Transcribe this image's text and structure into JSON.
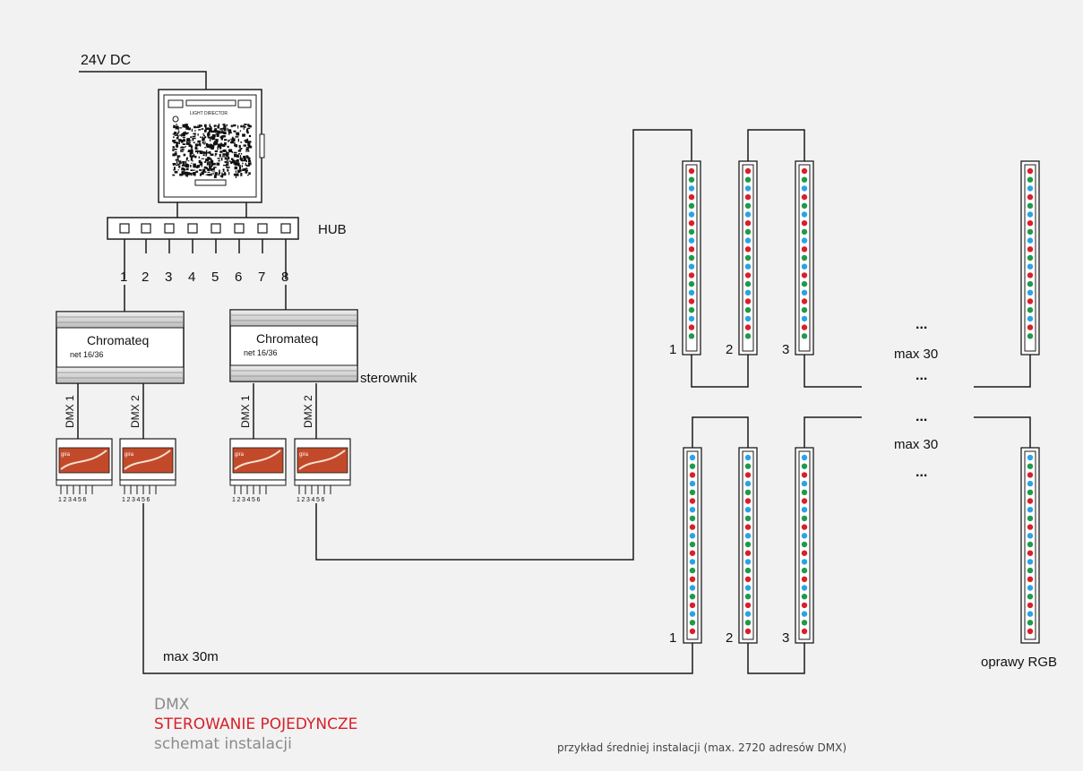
{
  "power_label": "24V DC",
  "controller_label": "LIGHT DIRECTOR",
  "hub_label": "HUB",
  "hub_ports": [
    "1",
    "2",
    "3",
    "4",
    "5",
    "6",
    "7",
    "8"
  ],
  "chromateq_name": "Chromateq",
  "chromateq_model": "net 16/36",
  "sterownik_label": "sterownik",
  "dmx_labels": [
    "DMX 1",
    "DMX 2"
  ],
  "decoder_brand": "gira",
  "decoder_terminals": "123456",
  "fixture_numbers": [
    "1",
    "2",
    "3"
  ],
  "ellipsis": "...",
  "max30_label": "max 30",
  "cable_label": "max 30m",
  "rgb_label": "oprawy RGB",
  "caption": {
    "line1": "DMX",
    "line2": "STEROWANIE POJEDYNCZE",
    "line3": "schemat instalacji",
    "note": "przykład średniej instalacji (max. 2720 adresów DMX)"
  },
  "colors": {
    "background": "#f2f2f2",
    "line": "#1a1a1a",
    "red": "#d8202a",
    "green": "#1f9a4a",
    "blue": "#2aa3e6",
    "caption_gray": "#8a8a8a",
    "caption_red": "#d8202a",
    "decoder_orange": "#c24a2a"
  }
}
